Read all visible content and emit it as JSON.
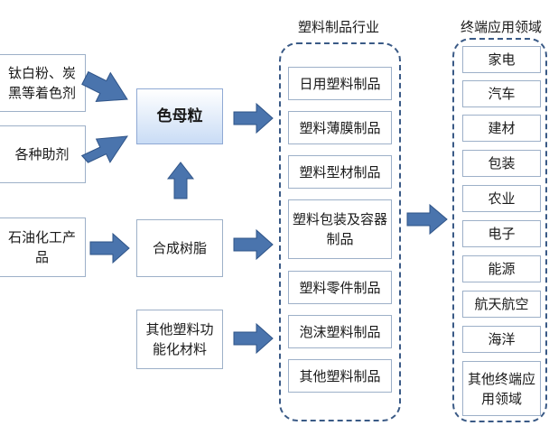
{
  "inputs": {
    "pigment": "钛白粉、炭黑等着色剂",
    "additive": "各种助剂",
    "petro": "石油化工产品",
    "resin": "合成树脂",
    "functional": "其他塑料功能化材料"
  },
  "core": "色母粒",
  "plastics_group": {
    "title": "塑料制品行业",
    "items": [
      "日用塑料制品",
      "塑料薄膜制品",
      "塑料型材制品",
      "塑料包装及容器制品",
      "塑料零件制品",
      "泡沫塑料制品",
      "其他塑料制品"
    ]
  },
  "end_group": {
    "title": "终端应用领域",
    "items": [
      "家电",
      "汽车",
      "建材",
      "包装",
      "农业",
      "电子",
      "能源",
      "航天航空",
      "海洋",
      "其他终端应用领域"
    ]
  },
  "colors": {
    "border": "#9db0c8",
    "group_border": "#3a5a86",
    "arrow": "#4a74ad",
    "arrow_stroke": "#2f5488",
    "core_fill": "#c9dcf5"
  }
}
